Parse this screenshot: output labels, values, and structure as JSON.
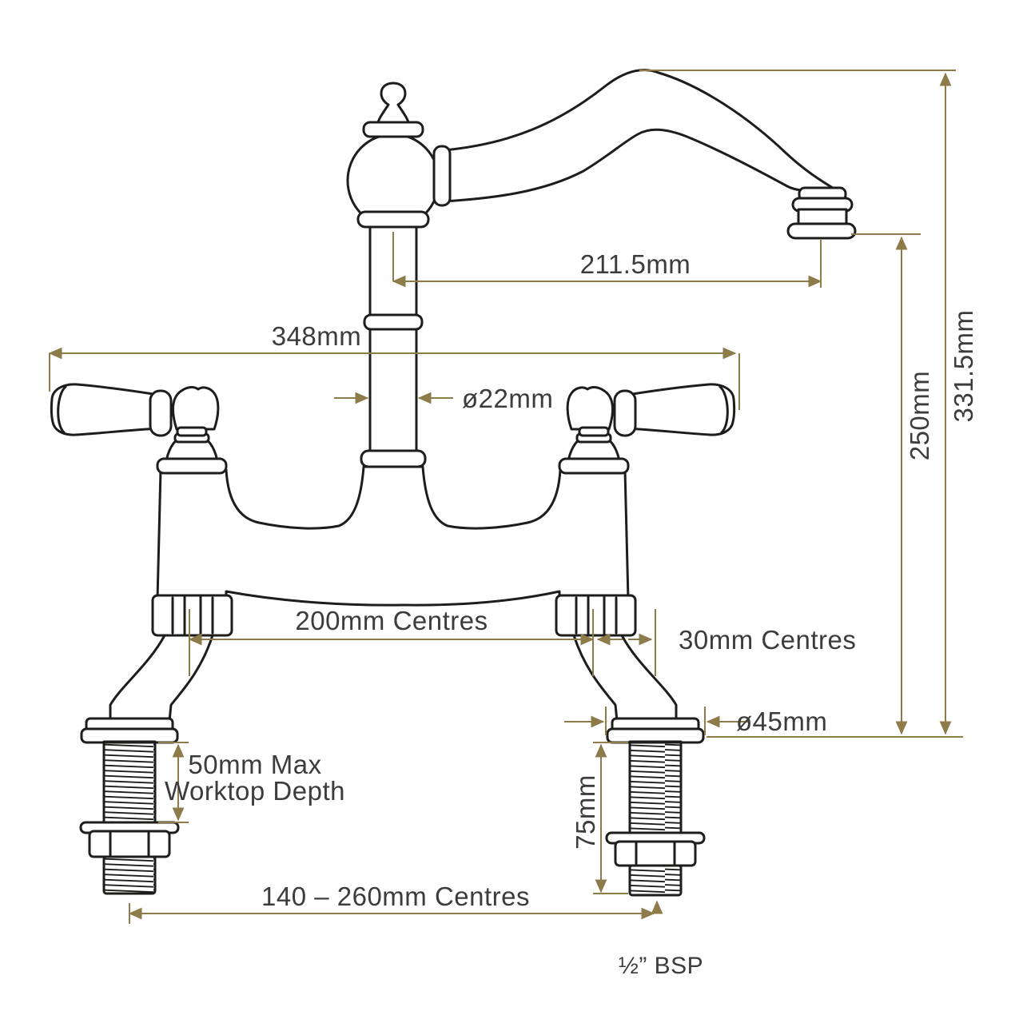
{
  "drawing": {
    "title": "Bridge kitchen mixer tap dimensioned technical drawing",
    "colors": {
      "outline": "#1d1d1b",
      "dimension_line": "#8d7b4a",
      "label_text": "#3c3c3c",
      "background": "#ffffff"
    },
    "dimensions": {
      "spout_reach": "211.5mm",
      "overall_width": "348mm",
      "column_diameter": "ø22mm",
      "spout_outlet_height": "250mm",
      "overall_height": "331.5mm",
      "body_centres": "200mm Centres",
      "offset_centres": "30mm Centres",
      "base_diameter": "ø45mm",
      "worktop_depth_line1": "50mm Max",
      "worktop_depth_line2": "Worktop Depth",
      "shank_length": "75mm",
      "inlet_centres": "140 – 260mm Centres",
      "thread_size": "½” BSP"
    }
  }
}
